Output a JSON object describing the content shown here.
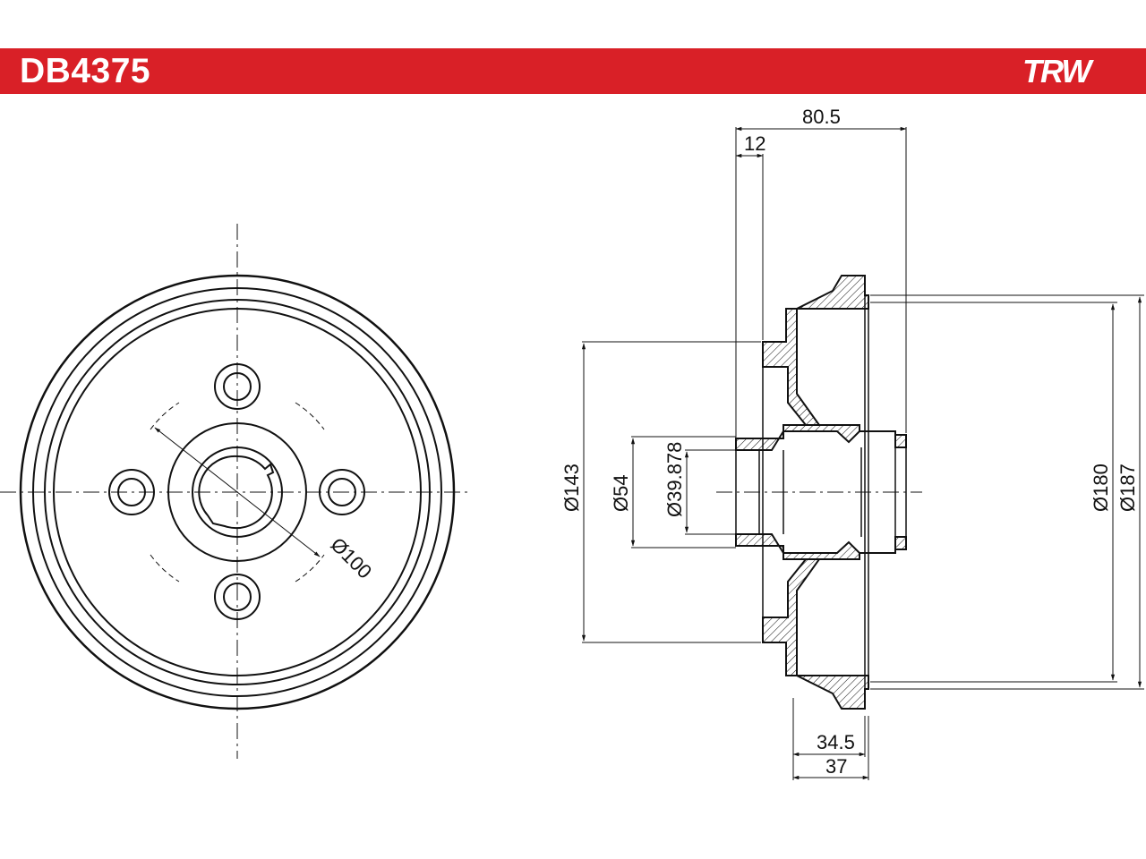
{
  "header": {
    "part_number": "DB4375",
    "brand": "TRW",
    "background_color": "#d92027"
  },
  "front_view": {
    "pcd_label": "Ø100"
  },
  "side_view": {
    "dim_total_width": "80.5",
    "dim_flange": "12",
    "dim_hub_bore": "Ø143",
    "dim_center_hole": "Ø54",
    "dim_bearing": "Ø39.878",
    "dim_drum_inner": "Ø180",
    "dim_drum_outer": "Ø187",
    "dim_friction_width": "34.5",
    "dim_drum_depth": "37"
  }
}
